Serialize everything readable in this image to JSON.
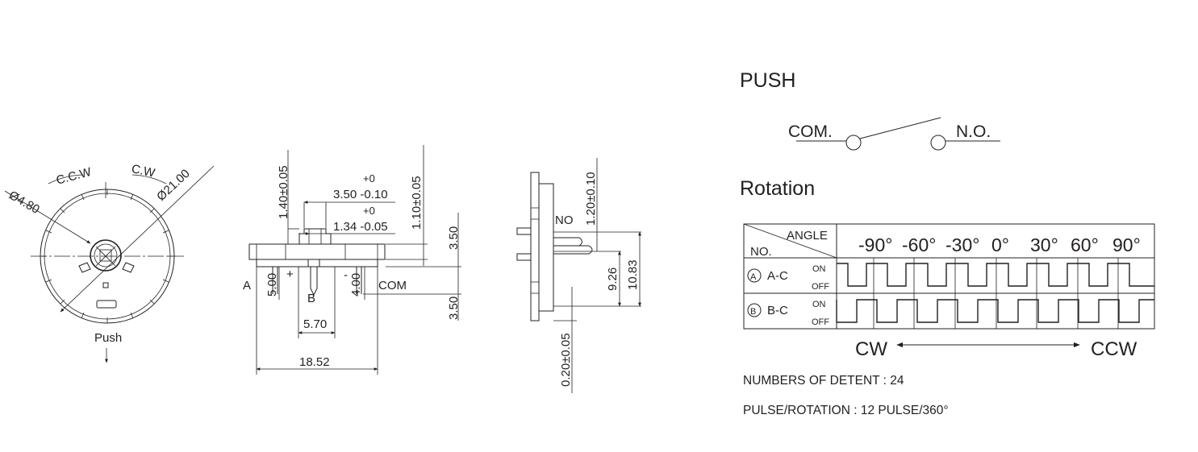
{
  "front_view": {
    "ccw": "C.C.W",
    "cw": "C.W",
    "d_small": "Ø4.80",
    "d_large": "Ø21.00",
    "push": "Push"
  },
  "side_view": {
    "d_140": "1.40±0.05",
    "tol1_plus": "+0",
    "d_350_tol": "3.50 -0.10",
    "tol2_plus": "+0",
    "d_134_tol": "1.34 -0.05",
    "d_110": "1.10±0.05",
    "d_350_a": "3.50",
    "d_350_b": "3.50",
    "d_500": "5.00",
    "d_400": "4.00",
    "pin_a": "A",
    "pin_b": "B",
    "pin_com": "COM",
    "plus": "+",
    "minus": "-",
    "d_570": "5.70",
    "d_1852": "18.52"
  },
  "right_view": {
    "no": "NO",
    "d_120": "1.20±0.10",
    "d_926": "9.26",
    "d_1083": "10.83",
    "d_020": "0.20±0.05"
  },
  "push_section": {
    "title": "PUSH",
    "com": "COM.",
    "no": "N.O."
  },
  "rotation_section": {
    "title": "Rotation",
    "header_angle": "ANGLE",
    "header_no": "NO.",
    "angles": [
      "-90°",
      "-60°",
      "-30°",
      "0°",
      "30°",
      "60°",
      "90°"
    ],
    "rows": [
      {
        "circle": "A",
        "label": "A-C",
        "on": "ON",
        "off": "OFF"
      },
      {
        "circle": "B",
        "label": "B-C",
        "on": "ON",
        "off": "OFF"
      }
    ],
    "cw": "CW",
    "ccw": "CCW"
  },
  "notes": {
    "detent": "NUMBERS OF DETENT : 24",
    "pulse": "PULSE/ROTATION : 12 PULSE/360°"
  }
}
